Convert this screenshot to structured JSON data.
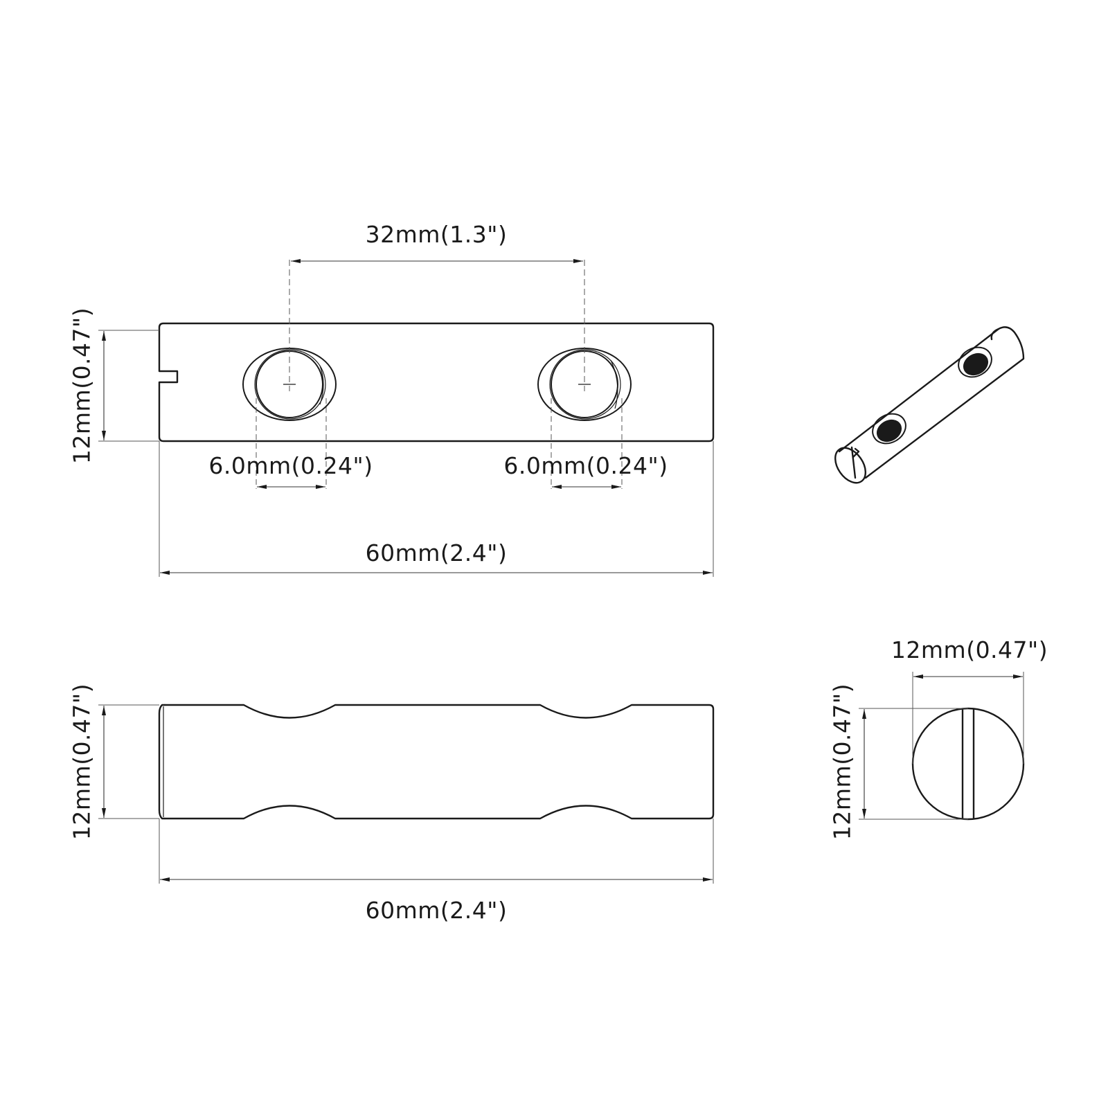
{
  "drawing": {
    "subject": "cross dowel barrel nut",
    "colors": {
      "line": "#1a1a1a",
      "dimension": "#333333",
      "background": "#ffffff"
    },
    "top_view": {
      "hole_spacing_label": "32mm(1.3\")",
      "height_label": "12mm(0.47\")",
      "hole_left_diameter_label": "6.0mm(0.24\")",
      "hole_right_diameter_label": "6.0mm(0.24\")",
      "length_label": "60mm(2.4\")"
    },
    "side_view": {
      "height_label": "12mm(0.47\")",
      "length_label": "60mm(2.4\")"
    },
    "end_view": {
      "width_label": "12mm(0.47\")",
      "height_label": "12mm(0.47\")"
    },
    "isometric_view": {
      "threaded_holes": 2,
      "end_feature": "slot"
    }
  }
}
